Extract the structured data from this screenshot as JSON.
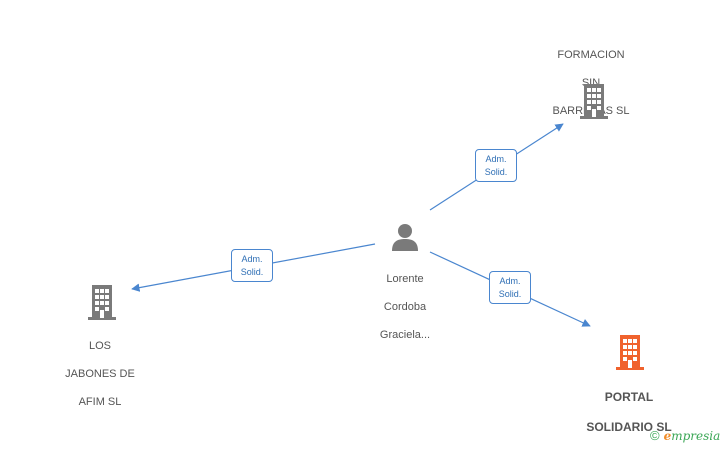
{
  "nodes": {
    "center": {
      "lines": [
        "Lorente",
        "Cordoba",
        "Graciela..."
      ]
    },
    "formacion": {
      "lines": [
        "FORMACION",
        "SIN",
        "BARRERAS SL"
      ]
    },
    "jabones": {
      "lines": [
        "LOS",
        "JABONES DE",
        "AFIM SL"
      ]
    },
    "portal": {
      "lines": [
        "PORTAL",
        "SOLIDARIO SL"
      ]
    }
  },
  "edges": [
    {
      "id": "to-formacion",
      "label_line1": "Adm.",
      "label_line2": "Solid."
    },
    {
      "id": "to-jabones",
      "label_line1": "Adm.",
      "label_line2": "Solid."
    },
    {
      "id": "to-portal",
      "label_line1": "Adm.",
      "label_line2": "Solid."
    }
  ],
  "colors": {
    "edge": "#4a86cf",
    "building_gray": "#7a7a7a",
    "building_highlight": "#f0622d",
    "person": "#7a7a7a"
  },
  "brand": {
    "copyright_symbol": "©",
    "first_letter": "e",
    "rest": "mpresia"
  }
}
